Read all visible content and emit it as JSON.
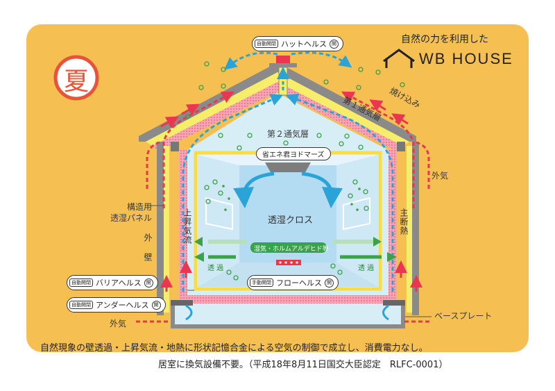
{
  "season": "夏",
  "brand": {
    "tagline": "自然の力を利用した",
    "name": "WB HOUSE"
  },
  "labels": {
    "hat_hels": "ハットヘルス",
    "hat_hels_ctrl": "自動開閉",
    "open_mark": "開",
    "first_air_layer": "第１通気層",
    "roof_heat": "焼け込み",
    "second_air_layer": "第２通気層",
    "energy_saver": "省エネ君ヨドマーズ",
    "outside_air": "外気",
    "structural_panel_1": "構造用",
    "structural_panel_2": "透湿パネル",
    "outer_wall": "外壁",
    "rising_flow": "上昇気流",
    "main_insulation": "主断熱",
    "cloth": "透湿クロス",
    "moisture": "湿気・ホルムアルデヒド等",
    "permeate_left": "透 過",
    "permeate_right": "透 過",
    "floor_hels": "フローヘルス",
    "floor_hels_ctrl": "手動開閉",
    "barrier_hels": "バリアヘルス",
    "barrier_hels_ctrl": "自動開閉",
    "under_hels": "アンダーヘルス",
    "under_hels_ctrl": "自動開閉",
    "outside_air_bottom": "外気",
    "base_plate": "ベースプレート"
  },
  "caption": {
    "line1": "自然現象の壁透過・上昇気流・地熱に形状記憶合金による空気の制御で成立し、消費電力なし。",
    "line2": "居室に換気設備不要。（平成18年8月11日国交大臣認定　RLFC-0001）"
  },
  "colors": {
    "panel": "#f5bf52",
    "roof": "#8a8a8a",
    "first_layer": "#f6ee6a",
    "insulation": "#f2a6b8",
    "inner_air": "#d8eef6",
    "room_frame": "#f7dd45",
    "red_arrow": "#e8374e",
    "blue_arrow": "#2aa3d8",
    "green": "#3aa24a",
    "season_ring": "#e8533a"
  }
}
